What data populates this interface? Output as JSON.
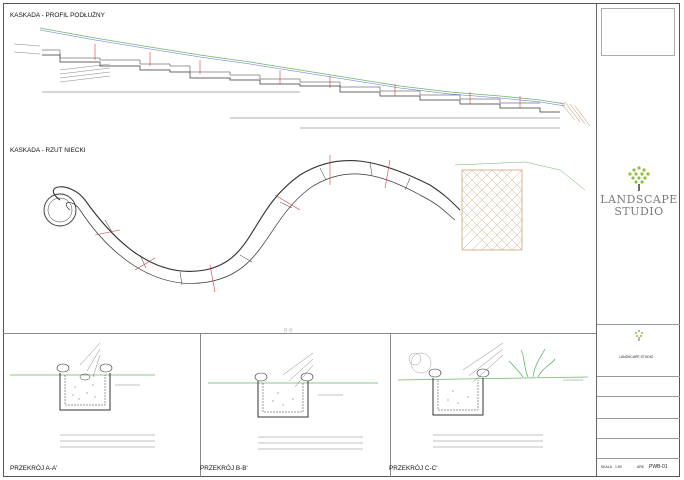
{
  "drawing": {
    "title_profile": "KASKADA - PROFIL PODŁUŻNY",
    "title_plan": "KASKADA - RZUT NIECKI",
    "section_a": "PRZEKRÓJ A-A'",
    "section_b": "PRZEKRÓJ B-B'",
    "section_c": "PRZEKRÓJ C-C'",
    "section_marker": "B-B"
  },
  "title_block": {
    "logo_line1": "LANDSCAPE",
    "logo_line2": "STUDIO",
    "company_small": "LANDSCAPE STUDIO",
    "sheet_label": "ARK",
    "sheet_number": "PWB-01",
    "scale_label": "SKALA",
    "scale_value": "1:50"
  },
  "colors": {
    "line": "#333333",
    "green": "#6bb36b",
    "red": "#d23a3a",
    "blue": "#5a6fd8",
    "hatch": "#b8864a"
  }
}
